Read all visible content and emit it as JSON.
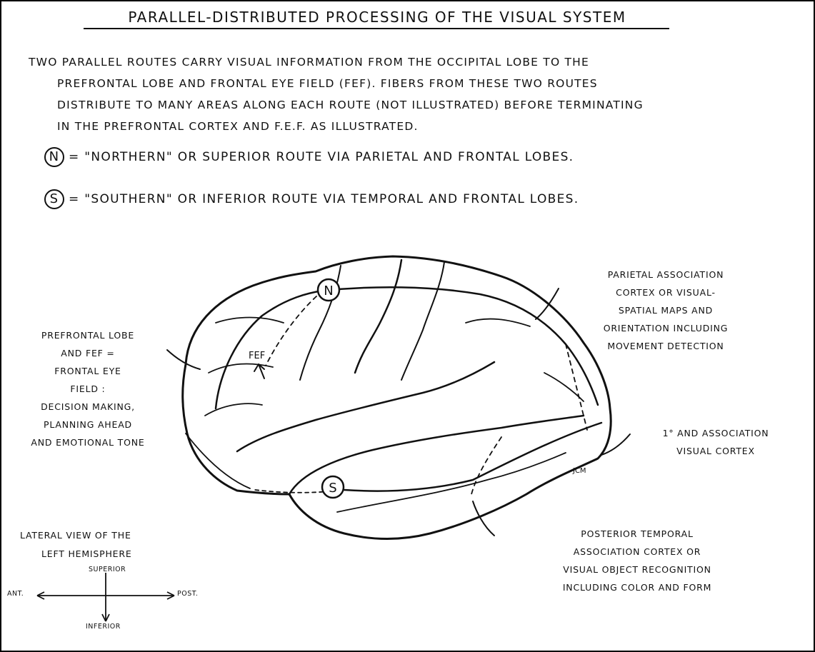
{
  "title": "PARALLEL-DISTRIBUTED PROCESSING OF THE VISUAL SYSTEM",
  "intro": [
    "TWO PARALLEL ROUTES CARRY VISUAL INFORMATION FROM THE OCCIPITAL LOBE TO THE",
    "PREFRONTAL LOBE AND FRONTAL EYE FIELD (FEF). FIBERS FROM THESE TWO ROUTES",
    "DISTRIBUTE TO MANY AREAS ALONG EACH ROUTE (NOT ILLUSTRATED) BEFORE TERMINATING",
    "IN THE PREFRONTAL CORTEX AND F.E.F. AS ILLUSTRATED."
  ],
  "routes": {
    "northern": {
      "symbol": "N",
      "definition": "= \"NORTHERN\" OR SUPERIOR ROUTE VIA PARIETAL AND FRONTAL LOBES."
    },
    "southern": {
      "symbol": "S",
      "definition": "= \"SOUTHERN\" OR INFERIOR ROUTE VIA TEMPORAL AND FRONTAL LOBES."
    }
  },
  "labels": {
    "prefrontal": [
      "PREFRONTAL LOBE",
      "AND FEF =",
      "FRONTAL EYE",
      "FIELD :",
      "DECISION MAKING,",
      "PLANNING AHEAD",
      "AND EMOTIONAL TONE"
    ],
    "parietal": [
      "PARIETAL ASSOCIATION",
      "CORTEX OR VISUAL-",
      "SPATIAL MAPS AND",
      "ORIENTATION INCLUDING",
      "MOVEMENT DETECTION"
    ],
    "visual_cortex": [
      "1° AND ASSOCIATION",
      "VISUAL CORTEX"
    ],
    "temporal": [
      "POSTERIOR TEMPORAL",
      "ASSOCIATION CORTEX OR",
      "VISUAL OBJECT RECOGNITION",
      "INCLUDING COLOR AND FORM"
    ],
    "fef": "FEF",
    "signature": "JCM"
  },
  "orientation": {
    "view_label": [
      "LATERAL VIEW OF THE",
      "LEFT HEMISPHERE"
    ],
    "superior": "SUPERIOR",
    "inferior": "INFERIOR",
    "anterior": "ANT.",
    "posterior": "POST."
  },
  "colors": {
    "ink": "#111111",
    "background": "#ffffff"
  }
}
